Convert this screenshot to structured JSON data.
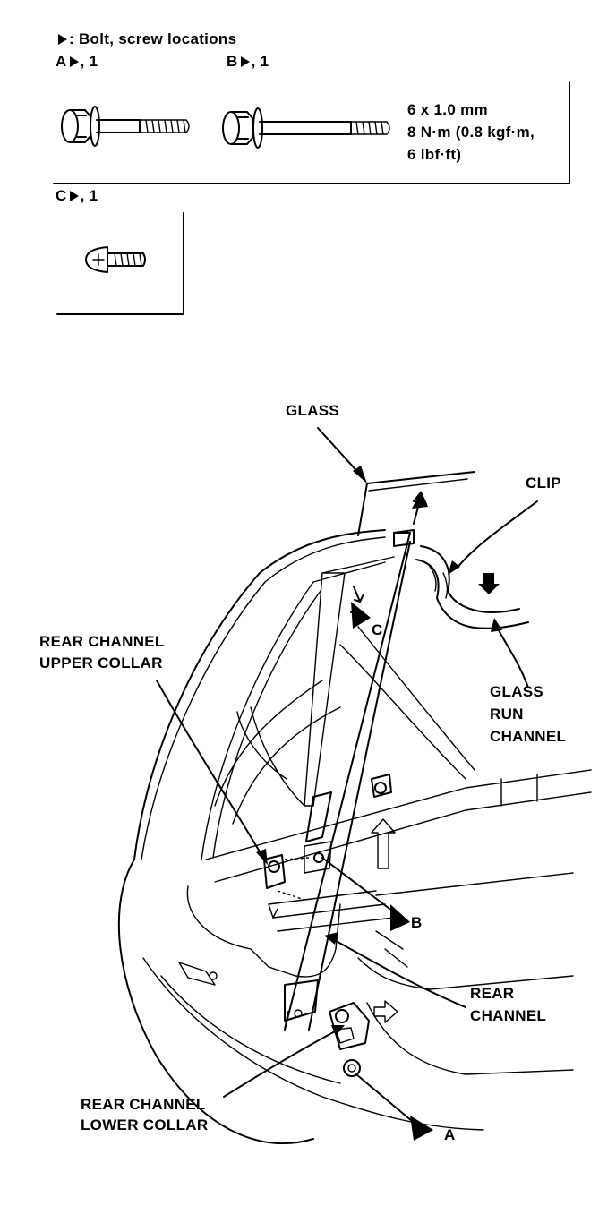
{
  "legend": {
    "title": ": Bolt, screw locations",
    "a_prefix": "A",
    "a_suffix": ", 1",
    "b_prefix": "B",
    "b_suffix": ", 1",
    "c_prefix": "C",
    "c_suffix": ", 1",
    "spec_size": "6 x 1.0 mm",
    "spec_torque_line1": "8 N·m (0.8 kgf·m,",
    "spec_torque_line2": "6 lbf·ft)"
  },
  "callouts": {
    "glass": "GLASS",
    "clip": "CLIP",
    "rear_upper_collar_line1": "REAR CHANNEL",
    "rear_upper_collar_line2": "UPPER COLLAR",
    "glass_run_line1": "GLASS",
    "glass_run_line2": "RUN",
    "glass_run_line3": "CHANNEL",
    "rear_channel_line1": "REAR",
    "rear_channel_line2": "CHANNEL",
    "rear_lower_collar_line1": "REAR CHANNEL",
    "rear_lower_collar_line2": "LOWER COLLAR",
    "marker_a": "A",
    "marker_b": "B",
    "marker_c": "C"
  }
}
